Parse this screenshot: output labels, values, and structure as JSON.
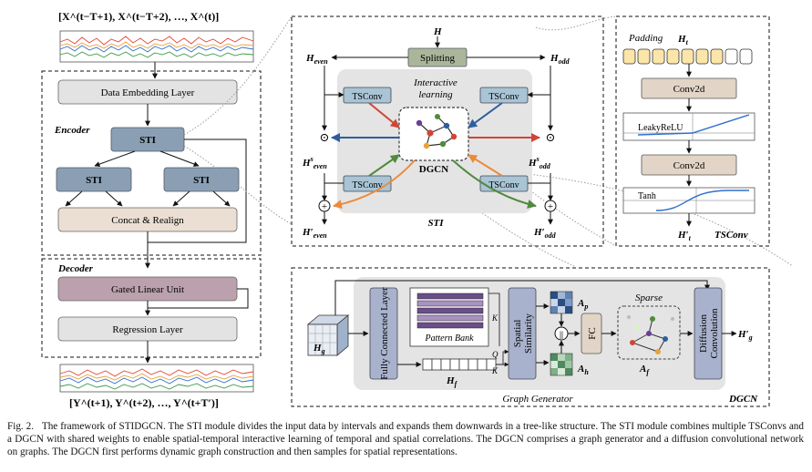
{
  "left": {
    "input_label": "[X^(t−T+1), X^(t−T+2), …, X^(t)]",
    "encoder_label": "Encoder",
    "decoder_label": "Decoder",
    "data_embedding": "Data Embedding Layer",
    "sti_top": "STI",
    "sti_left": "STI",
    "sti_right": "STI",
    "concat": "Concat & Realign",
    "glu": "Gated Linear Unit",
    "regression": "Regression Layer",
    "output_label": "[Y^(t+1), Y^(t+2), …, Y^(t+T′)]"
  },
  "sti": {
    "h": "H",
    "splitting": "Splitting",
    "h_even": "H",
    "h_even_sub": "even",
    "h_odd": "H",
    "h_odd_sub": "odd",
    "interactive": "Interactive",
    "learning": "learning",
    "tsconv": "TSConv",
    "dgcn": "DGCN",
    "hs_even": "H",
    "hs_even_sup": "s",
    "hs_even_sub": "even",
    "hs_odd": "H",
    "hs_odd_sup": "s",
    "hs_odd_sub": "odd",
    "hp_even": "H′",
    "hp_even_sub": "even",
    "hp_odd": "H′",
    "hp_odd_sub": "odd",
    "title": "STI",
    "dot": "⊙",
    "plus": "+"
  },
  "tsconv": {
    "padding": "Padding",
    "ht": "H",
    "ht_sub": "t",
    "conv1": "Conv2d",
    "leaky": "LeakyReLU",
    "conv2": "Conv2d",
    "tanh": "Tanh",
    "out": "H′",
    "out_sub": "t",
    "title": "TSConv"
  },
  "dgcn": {
    "hg_in": "H",
    "hg_in_sub": "g",
    "fc_layer": "Fully Connected Layer",
    "pattern_bank": "Pattern Bank",
    "hf": "H",
    "hf_sub": "f",
    "k1": "K",
    "q": "Q",
    "k2": "K",
    "spatial": "Spatial",
    "similarity": "Similarity",
    "ap": "A",
    "ap_sub": "p",
    "ah": "A",
    "ah_sub": "h",
    "fc": "FC",
    "parallel": "||",
    "sparse": "Sparse",
    "af": "A",
    "af_sub": "f",
    "diffusion": "Diffusion",
    "convolution": "Convolution",
    "hg_out": "H′",
    "hg_out_sub": "g",
    "graph_generator": "Graph Generator",
    "title": "DGCN"
  },
  "caption": {
    "lead": "Fig. 2.",
    "text": "The framework of STIDGCN. The STI module divides the input data by intervals and expands them downwards in a tree-like structure. The STI module combines multiple TSConvs and a DGCN with shared weights to enable spatial-temporal interactive learning of temporal and spatial correlations. The DGCN comprises a graph generator and a diffusion convolutional network on graphs. The DGCN first performs dynamic graph construction and then samples for spatial representations."
  },
  "colors": {
    "gray_box": "#e3e3e3",
    "sti_box": "#8a9fb3",
    "concat_box": "#eadfd2",
    "glu_box": "#bba1ad",
    "tsconv_box": "#a9c4d4",
    "splitting_box": "#a9b69a",
    "conv2d_box": "#e2d4c6",
    "padding_cell": "#fbe5a8",
    "fc_box": "#a9b2cc",
    "dgcn_panel": "#e4e4e4",
    "arrow_red": "#d04636",
    "arrow_blue": "#2f5d9c",
    "arrow_orange": "#ec8a3a",
    "arrow_green": "#4f8a3e"
  }
}
